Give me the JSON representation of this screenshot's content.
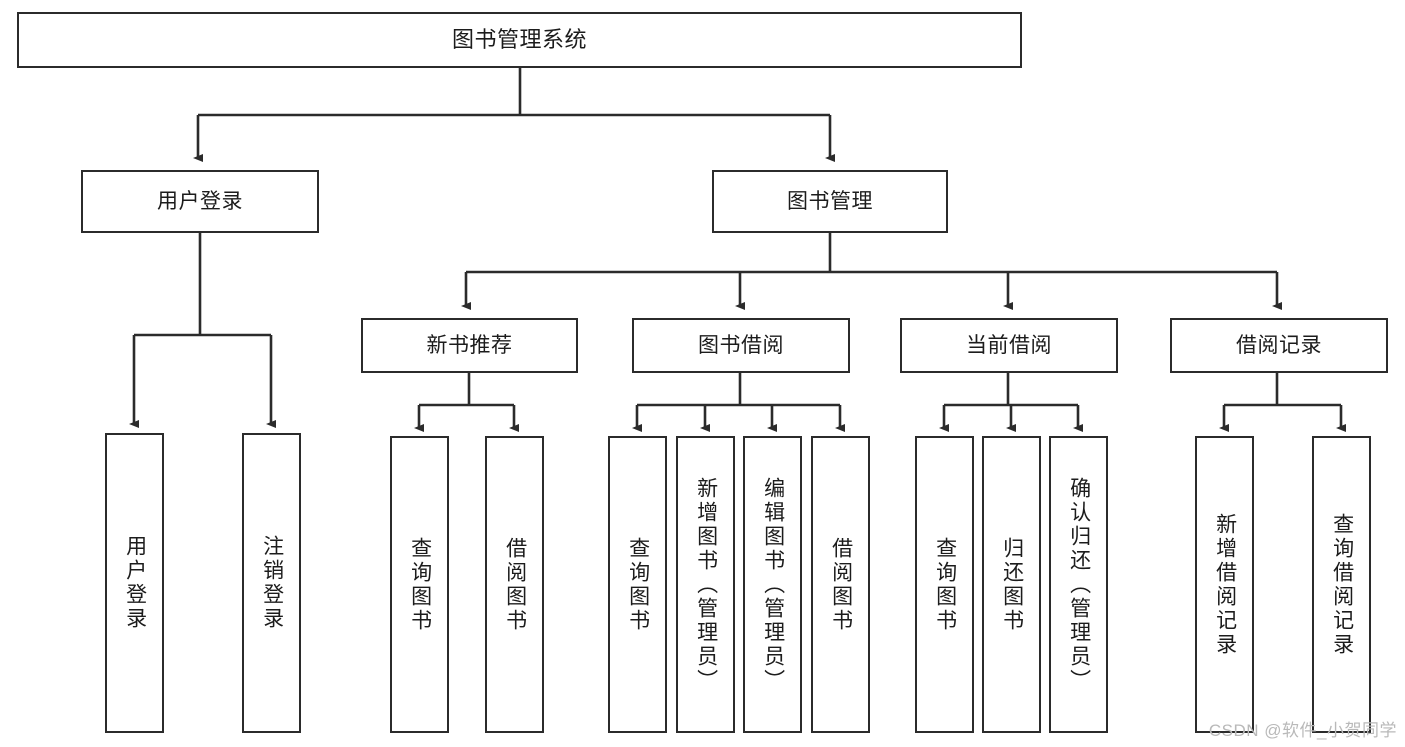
{
  "diagram": {
    "title": "图书管理系统",
    "type": "tree-hierarchy-chart",
    "watermark": "CSDN @软件_小贺同学",
    "colors": {
      "box_border": "#2b2b2b",
      "box_fill": "#ffffff",
      "edge": "#2b2b2b",
      "text": "#1c1c1c",
      "watermark": "#b9b9b9",
      "background": "#ffffff"
    },
    "levels": {
      "root": {
        "label": "图书管理系统"
      },
      "level2": [
        {
          "label": "用户登录"
        },
        {
          "label": "图书管理"
        }
      ],
      "level3": [
        {
          "label": "新书推荐"
        },
        {
          "label": "图书借阅"
        },
        {
          "label": "当前借阅"
        },
        {
          "label": "借阅记录"
        }
      ],
      "leaves_user_login": [
        {
          "label": "用户登录"
        },
        {
          "label": "注销登录"
        }
      ],
      "leaves_new_book": [
        {
          "label": "查询图书"
        },
        {
          "label": "借阅图书"
        }
      ],
      "leaves_borrow": [
        {
          "label": "查询图书"
        },
        {
          "label": "新增图书（管理员）"
        },
        {
          "label": "编辑图书（管理员）"
        },
        {
          "label": "借阅图书"
        }
      ],
      "leaves_current": [
        {
          "label": "查询图书"
        },
        {
          "label": "归还图书"
        },
        {
          "label": "确认归还（管理员）"
        }
      ],
      "leaves_record": [
        {
          "label": "新增借阅记录"
        },
        {
          "label": "查询借阅记录"
        }
      ]
    }
  }
}
